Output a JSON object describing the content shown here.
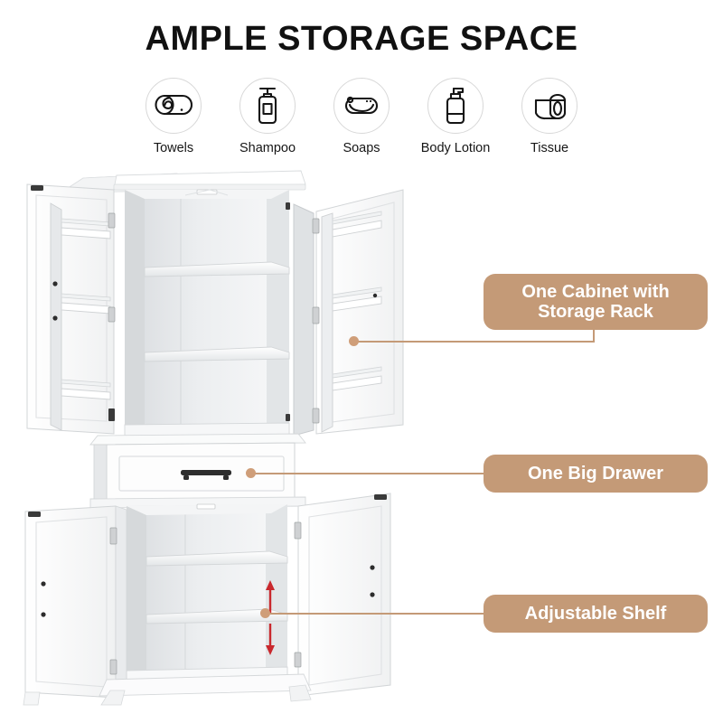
{
  "header": {
    "title": "AMPLE STORAGE SPACE"
  },
  "features": {
    "items": [
      {
        "icon": "rolled-towel-icon",
        "label": "Towels"
      },
      {
        "icon": "shampoo-bottle-icon",
        "label": "Shampoo"
      },
      {
        "icon": "soap-bar-icon",
        "label": "Soaps"
      },
      {
        "icon": "lotion-bottle-icon",
        "label": "Body Lotion"
      },
      {
        "icon": "tissue-roll-icon",
        "label": "Tissue"
      }
    ]
  },
  "callouts": {
    "items": [
      {
        "label": "One Cabinet with\nStorage Rack",
        "line1": "One Cabinet with",
        "line2": "Storage Rack"
      },
      {
        "label": "One Big Drawer",
        "line1": "One Big Drawer",
        "line2": ""
      },
      {
        "label": "Adjustable Shelf",
        "line1": "Adjustable Shelf",
        "line2": ""
      }
    ]
  },
  "product": {
    "name": "tall-storage-cabinet",
    "upper_cabinet": {
      "doors": 2,
      "door_racks": 2,
      "interior_shelves": 2
    },
    "drawer": {
      "count": 1,
      "handle": "bar-handle"
    },
    "lower_cabinet": {
      "doors": 2,
      "interior_shelves": 2,
      "adjustable_shelf_arrows": "up-down"
    }
  },
  "colors": {
    "accent": "#c49a77",
    "accent_dot": "#cf9e79",
    "title": "#111111",
    "icon_circle_border": "#d8d8d8",
    "cabinet_white": "#ffffff",
    "cabinet_shade": "#e8eaec",
    "arrow_red": "#c9282d"
  }
}
